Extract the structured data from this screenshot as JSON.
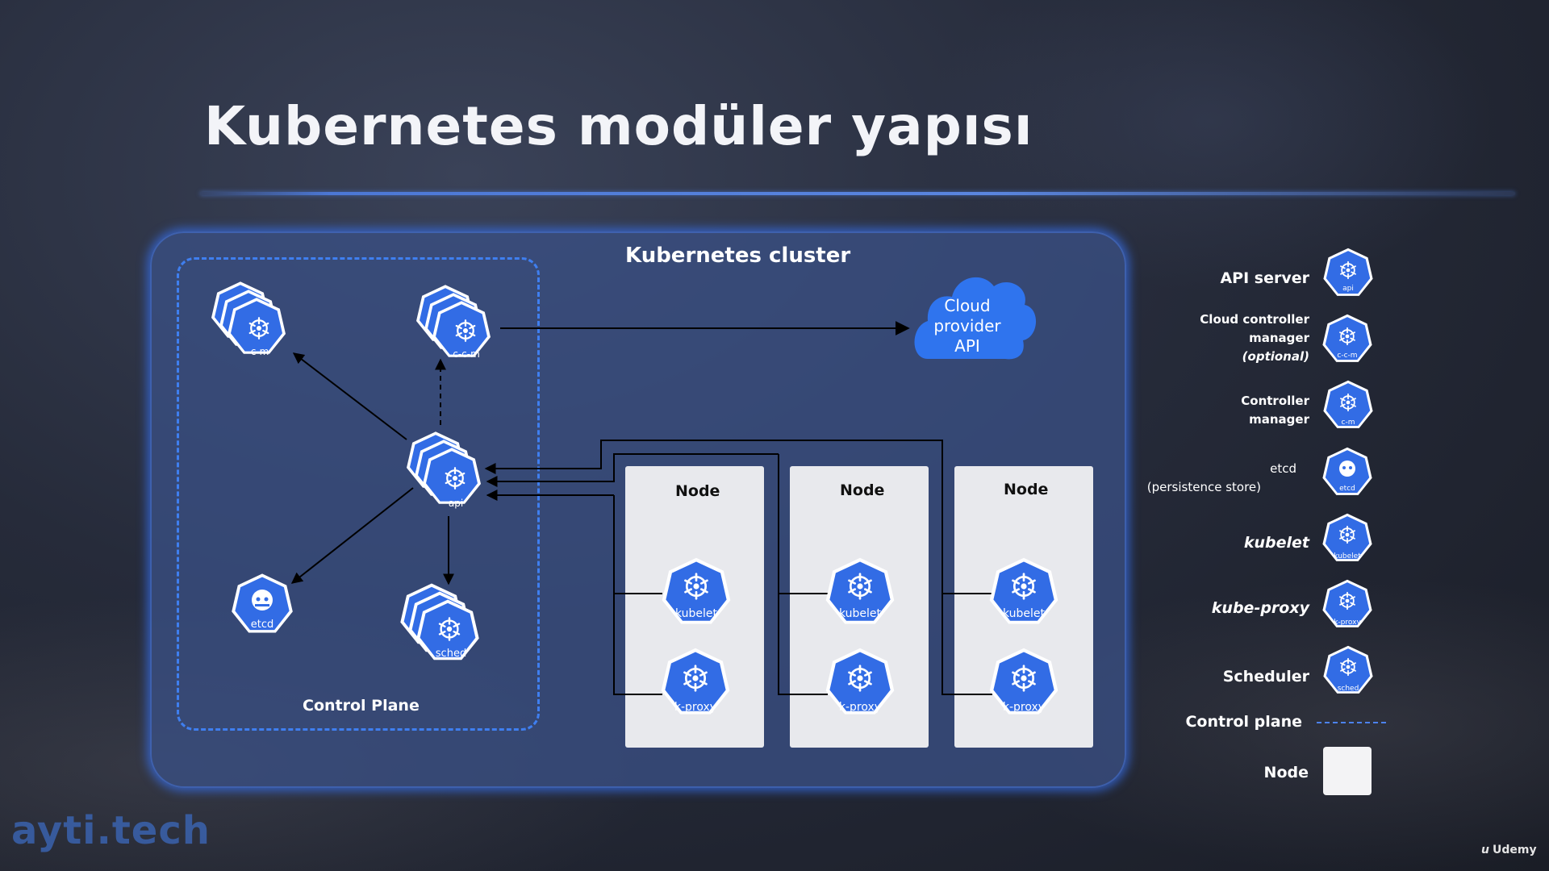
{
  "title": "Kubernetes modüler yapısı",
  "cluster": {
    "label": "Kubernetes cluster",
    "control_plane_label": "Control Plane",
    "components": {
      "cm": "c-m",
      "ccm": "c-c-m",
      "api": "api",
      "etcd": "etcd",
      "sched": "sched"
    },
    "cloud": {
      "line1": "Cloud",
      "line2": "provider",
      "line3": "API"
    },
    "nodes": [
      {
        "label": "Node",
        "kubelet": "kubelet",
        "proxy": "k-proxy"
      },
      {
        "label": "Node",
        "kubelet": "kubelet",
        "proxy": "k-proxy"
      },
      {
        "label": "Node",
        "kubelet": "kubelet",
        "proxy": "k-proxy"
      }
    ]
  },
  "legend": {
    "api_server": "API server",
    "ccm_line1": "Cloud controller",
    "ccm_line2": "manager",
    "ccm_line3": "(optional)",
    "cm_line1": "Controller",
    "cm_line2": "manager",
    "etcd_line1": "etcd",
    "etcd_line2": "(persistence store)",
    "kubelet": "kubelet",
    "kube_proxy": "kube-proxy",
    "scheduler": "Scheduler",
    "control_plane": "Control plane",
    "node": "Node",
    "icons": {
      "api": "api",
      "ccm": "c-c-m",
      "cm": "c-m",
      "etcd": "etcd",
      "kubelet": "kubelet",
      "kproxy": "k-proxy",
      "sched": "sched"
    }
  },
  "watermark": "ayti.tech",
  "udemy": "Udemy",
  "colors": {
    "k8s_blue": "#326ce5",
    "cluster_fill": "#3a5084",
    "glow": "#3f7ff0",
    "node_fill": "#e8e9ed"
  }
}
